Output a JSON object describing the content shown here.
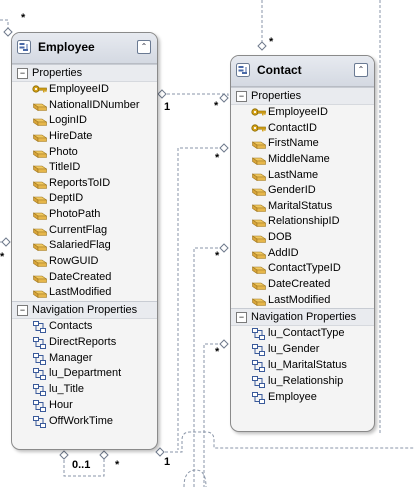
{
  "employee": {
    "title": "Employee",
    "properties_label": "Properties",
    "navigation_label": "Navigation Properties",
    "properties": [
      {
        "name": "EmployeeID",
        "key": true
      },
      {
        "name": "NationalIDNumber",
        "key": false
      },
      {
        "name": "LoginID",
        "key": false
      },
      {
        "name": "HireDate",
        "key": false
      },
      {
        "name": "Photo",
        "key": false
      },
      {
        "name": "TitleID",
        "key": false
      },
      {
        "name": "ReportsToID",
        "key": false
      },
      {
        "name": "DeptID",
        "key": false
      },
      {
        "name": "PhotoPath",
        "key": false
      },
      {
        "name": "CurrentFlag",
        "key": false
      },
      {
        "name": "SalariedFlag",
        "key": false
      },
      {
        "name": "RowGUID",
        "key": false
      },
      {
        "name": "DateCreated",
        "key": false
      },
      {
        "name": "LastModified",
        "key": false
      }
    ],
    "navigation": [
      "Contacts",
      "DirectReports",
      "Manager",
      "lu_Department",
      "lu_Title",
      "Hour",
      "OffWorkTime"
    ]
  },
  "contact": {
    "title": "Contact",
    "properties_label": "Properties",
    "navigation_label": "Navigation Properties",
    "properties": [
      {
        "name": "EmployeeID",
        "key": true
      },
      {
        "name": "ContactID",
        "key": true
      },
      {
        "name": "FirstName",
        "key": false
      },
      {
        "name": "MiddleName",
        "key": false
      },
      {
        "name": "LastName",
        "key": false
      },
      {
        "name": "GenderID",
        "key": false
      },
      {
        "name": "MaritalStatus",
        "key": false
      },
      {
        "name": "RelationshipID",
        "key": false
      },
      {
        "name": "DOB",
        "key": false
      },
      {
        "name": "AddID",
        "key": false
      },
      {
        "name": "ContactTypeID",
        "key": false
      },
      {
        "name": "DateCreated",
        "key": false
      },
      {
        "name": "LastModified",
        "key": false
      }
    ],
    "navigation": [
      "lu_ContactType",
      "lu_Gender",
      "lu_MaritalStatus",
      "lu_Relationship",
      "Employee"
    ]
  },
  "multiplicities": {
    "top_star": "*",
    "contact_top_star": "*",
    "emp_contact_one": "1",
    "emp_contact_many": "*",
    "contact_left_star1": "*",
    "contact_left_star2": "*",
    "contact_left_star3": "*",
    "emp_left_star": "*",
    "bottom_range": "0..1",
    "bottom_star": "*",
    "bottom_one": "1"
  },
  "colors": {
    "connector": "#8a96a8",
    "header_top": "#e7eaf0",
    "header_bottom": "#d4d9e2",
    "key_gold": "#d4a017",
    "prop_icon": "#e6b64a",
    "nav_icon": "#3a5a9a"
  }
}
